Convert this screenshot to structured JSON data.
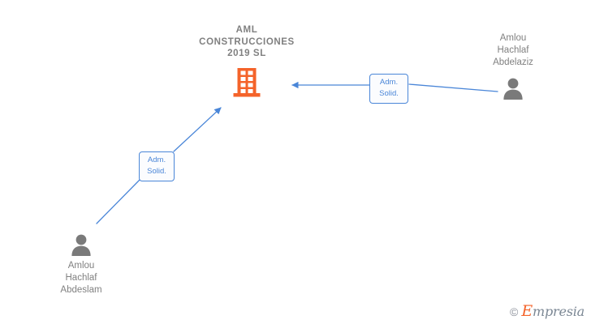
{
  "graph": {
    "company": {
      "name": "AML\nCONSTRUCCIONES\n2019  SL",
      "icon": "building-icon",
      "color": "#f4632a"
    },
    "persons": [
      {
        "id": "person-right",
        "name": "Amlou\nHachlaf\nAbdelaziz",
        "icon": "person-icon",
        "color": "#7a7a7a"
      },
      {
        "id": "person-left",
        "name": "Amlou\nHachlaf\nAbdeslam",
        "icon": "person-icon",
        "color": "#7a7a7a"
      }
    ],
    "relations": [
      {
        "id": "relation-right",
        "label": "Adm.\nSolid.",
        "from": "person-right",
        "to": "company",
        "color": "#4a86d8"
      },
      {
        "id": "relation-left",
        "label": "Adm.\nSolid.",
        "from": "person-left",
        "to": "company",
        "color": "#4a86d8"
      }
    ]
  },
  "watermark": {
    "copyright": "©",
    "brand_cap": "E",
    "brand_rest": "mpresia"
  }
}
